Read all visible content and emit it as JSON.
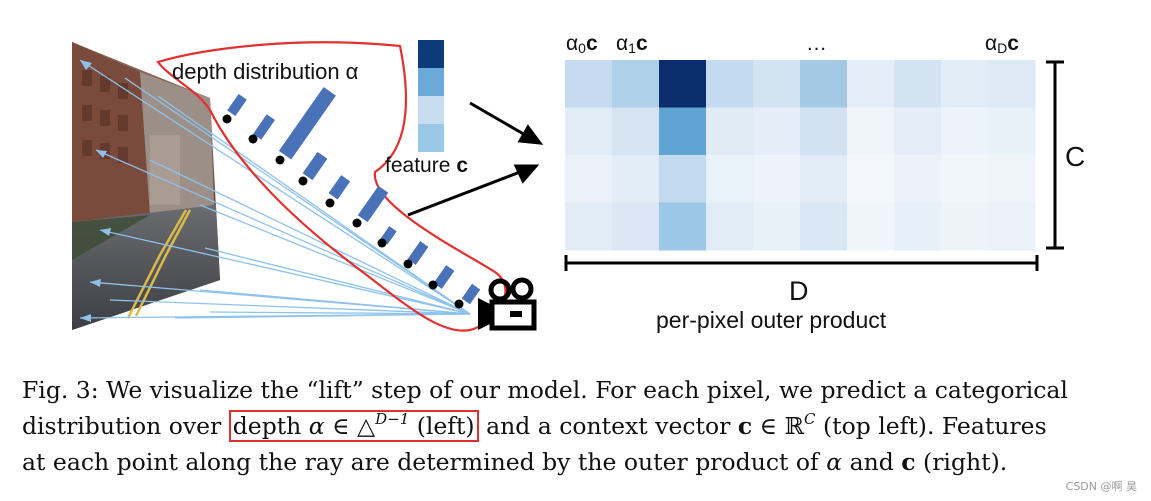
{
  "figure": {
    "depth_label": "depth distribution α",
    "feature_label": "feature",
    "feature_symbol": "c",
    "matrix_top_labels": [
      {
        "alpha": "α",
        "sub": "0",
        "c": "c"
      },
      {
        "alpha": "α",
        "sub": "1",
        "c": "c"
      },
      {
        "alpha": "…",
        "sub": "",
        "c": ""
      },
      {
        "alpha": "α",
        "sub": "D",
        "c": "c"
      }
    ],
    "dim_c": "C",
    "dim_d": "D",
    "outer_product_label": "per-pixel outer product",
    "colors": {
      "dark_navy": "#0b2d6b",
      "mid_blue": "#5fa3d3",
      "light_blue": "#c6dcef",
      "pale_blue": "#e6eff8",
      "bar_blue": "#4a72b8",
      "ray_blue": "#8ec2ec",
      "highlight_red": "#e03030"
    },
    "feature_bar_colors": [
      "#0d3b7a",
      "#6aa9d8",
      "#c7dcef",
      "#9ac8e6"
    ],
    "matrix_shades": [
      [
        "#c6dbef",
        "#aed0e8",
        "#0b2d6b",
        "#c4dbef",
        "#d2e3f2",
        "#a3c9e4",
        "#e5eef8",
        "#d3e3f2",
        "#e2ecf6",
        "#dde9f5"
      ],
      [
        "#e2ecf6",
        "#d6e4f2",
        "#60a4d4",
        "#e0ebf6",
        "#e5eef8",
        "#d2e2f2",
        "#eff4fa",
        "#e5eef8",
        "#edf3fa",
        "#e9f1f8"
      ],
      [
        "#eaf1f9",
        "#e2ecf6",
        "#c3d9ee",
        "#e9f1f9",
        "#edf3fa",
        "#e2ecf6",
        "#f3f7fc",
        "#ecf2fa",
        "#f1f6fb",
        "#eef4fa"
      ],
      [
        "#e2ecf6",
        "#dae6f4",
        "#9ac8e6",
        "#e2ecf6",
        "#e8f0f8",
        "#d9e6f3",
        "#f0f5fb",
        "#e7eff8",
        "#eef3fa",
        "#ebf1f9"
      ]
    ]
  },
  "caption": {
    "prefix": "Fig. 3:",
    "l1a": " We visualize the “lift” step of our model. For each pixel, we predict a categorical",
    "l2a": "distribution over ",
    "box_a": "depth ",
    "alpha": "α",
    "box_b": " ∈ △",
    "sup": "D−1",
    "box_c": " (left)",
    "l2b": " and a context vector ",
    "c": "c",
    "l2c": " ∈ ℝ",
    "sup_c": "C",
    "l2d": " (top left). Features",
    "l3a": "at each point along the ray are determined by the outer product of ",
    "l3b": " and ",
    "l3c": " (right)."
  },
  "watermark": "CSDN @啊 昊"
}
